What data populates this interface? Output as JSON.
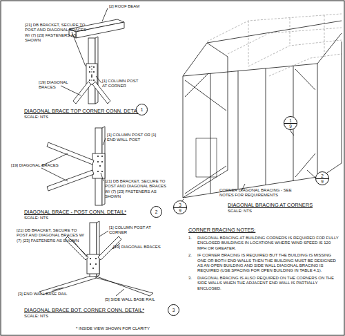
{
  "diagram": {
    "nodes": [
      {
        "text": [
          "1"
        ]
      },
      {
        "text": [
          "2"
        ]
      },
      {
        "text": [
          "3"
        ]
      },
      {
        "text": [
          "1",
          "9"
        ]
      },
      {
        "text": [
          "2",
          "9"
        ]
      },
      {
        "text": [
          "3",
          "9"
        ]
      }
    ],
    "labels": [
      "[2] ROOF BEAM",
      "[21] DB BRACKET, SECURE TO POST AND DIAGONAL BRACES W/ (7) [23] FASTENERS AS SHOWN",
      "[1] COLUMN POST AT CORNER",
      "[19] DIAGONAL BRACES",
      "DIAGONAL BRACE TOP CORNER CONN. DETAIL*",
      "SCALE: NTS",
      "[1] COLUMN POST OR [1] END WALL POST",
      "[19] DIAGONAL BRACES",
      "[21] DB BRACKET, SECURE TO POST AND DIAGONAL BRACES W/ (7) [23] FASTENERS AS SHOWN",
      "DIAGONAL BRACE - POST CONN. DETAIL*",
      "SCALE: NTS",
      "[21] DB BRACKET, SECURE TO POST AND DIAGONAL BRACES W/ (7) [23] FASTENERS AS SHOWN",
      "[1] COLUMN POST AT CORNER",
      "[19] DIAGONAL BRACES",
      "[3] END WALL BASE RAIL",
      "[5] SIDE WALL BASE RAIL",
      "DIAGONAL BRACE BOT. CORNER CONN. DETAIL*",
      "SCALE: NTS",
      "* INSIDE VIEW SHOWN FOR CLARITY",
      "CORNER DIAGONAL BRACING - SEE NOTES FOR REQUIREMENTS",
      "DIAGONAL BRACING AT CORNERS",
      "SCALE: NTS",
      "CORNER BRACING NOTES:",
      "1.",
      "DIAGONAL BRACING AT BUILDING CORNERS IS REQUIRED FOR FULLY ENCLOSED BUILDINGS IN LOCATIONS WHERE WIND SPEED IS 120 MPH OR GREATER.",
      "2.",
      "IF CORNER BRACING IS REQUIRED BUT THE BUILDING IS MISSING ONE OR BOTH END WALLS THEN THE BUILDING MUST BE DESIGNED AS AN OPEN BUILDING AND SIDE WALL DIAGONAL BRACING IS REQUIRED (USE SPACING FOR OPEN BUILDING IN TABLE 4.1).",
      "3.",
      "DIAGONAL BRACING IS ALSO REQUIRED ON THE CORNERS ON THE SIDE WALLS WHEN THE ADJACENT END WALL IS PARTIALLY ENCLOSED."
    ]
  }
}
